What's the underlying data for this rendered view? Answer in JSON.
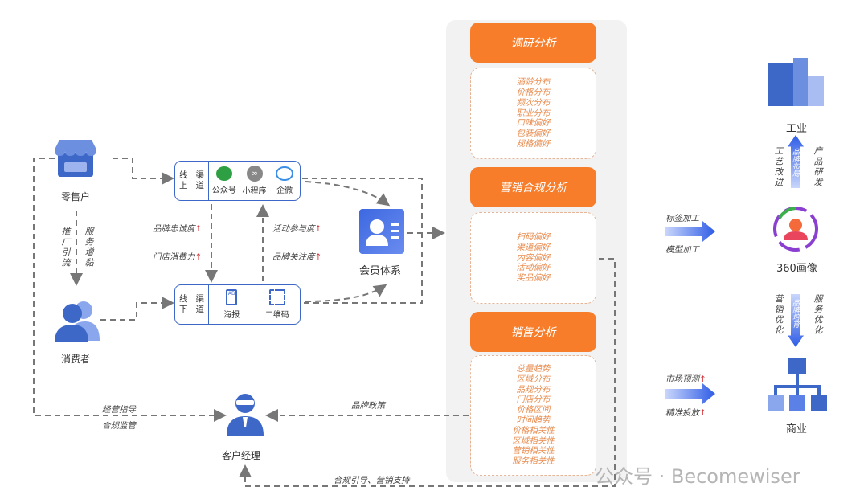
{
  "left": {
    "retailer": "零售户",
    "consumer": "消费者",
    "promote": "推广引流",
    "service": "服务增黏",
    "guide": "经营指导",
    "compliance": "合规监管",
    "manager": "客户经理"
  },
  "online": {
    "title_line1": "线上",
    "title_line2": "渠道",
    "items": [
      "公众号",
      "小程序",
      "企微"
    ]
  },
  "offline": {
    "title_line1": "线下",
    "title_line2": "渠道",
    "items": [
      "海报",
      "二维码"
    ]
  },
  "middle": {
    "loyalty": "品牌忠诚度",
    "store_spend": "门店消费力",
    "activity": "活动参与度",
    "attention": "品牌关注度",
    "up_arrow": "↑",
    "member": "会员体系",
    "brand_policy": "品牌政策",
    "bottom_label": "合规引导、营销支持"
  },
  "panel": {
    "sections": [
      {
        "title": "调研分析",
        "items": [
          "酒龄分布",
          "价格分布",
          "频次分布",
          "职业分布",
          "口味偏好",
          "包装偏好",
          "规格偏好"
        ]
      },
      {
        "title": "营销合规分析",
        "items": [
          "扫码偏好",
          "渠道偏好",
          "内容偏好",
          "活动偏好",
          "奖品偏好"
        ]
      },
      {
        "title": "销售分析",
        "items": [
          "总量趋势",
          "区域分布",
          "品规分布",
          "门店分布",
          "价格区间",
          "时间趋势",
          "价格相关性",
          "区域相关性",
          "营销相关性",
          "服务相关性"
        ]
      }
    ]
  },
  "right": {
    "tag_process": "标签加工",
    "model_process": "模型加工",
    "market_forecast": "市场预测",
    "precise_delivery": "精准投放",
    "industry": "工业",
    "craft": "工艺改进",
    "rnd": "产品研发",
    "brand_layout": "品牌布局",
    "portrait": "360画像",
    "marketing_opt": "营销优化",
    "service_opt": "服务优化",
    "brand_nurture": "品牌培育",
    "commerce": "商业"
  },
  "watermark": "公众号 · Becomewiser",
  "colors": {
    "orange": "#f87d2a",
    "blue": "#3d68c8",
    "dash": "#777777"
  }
}
